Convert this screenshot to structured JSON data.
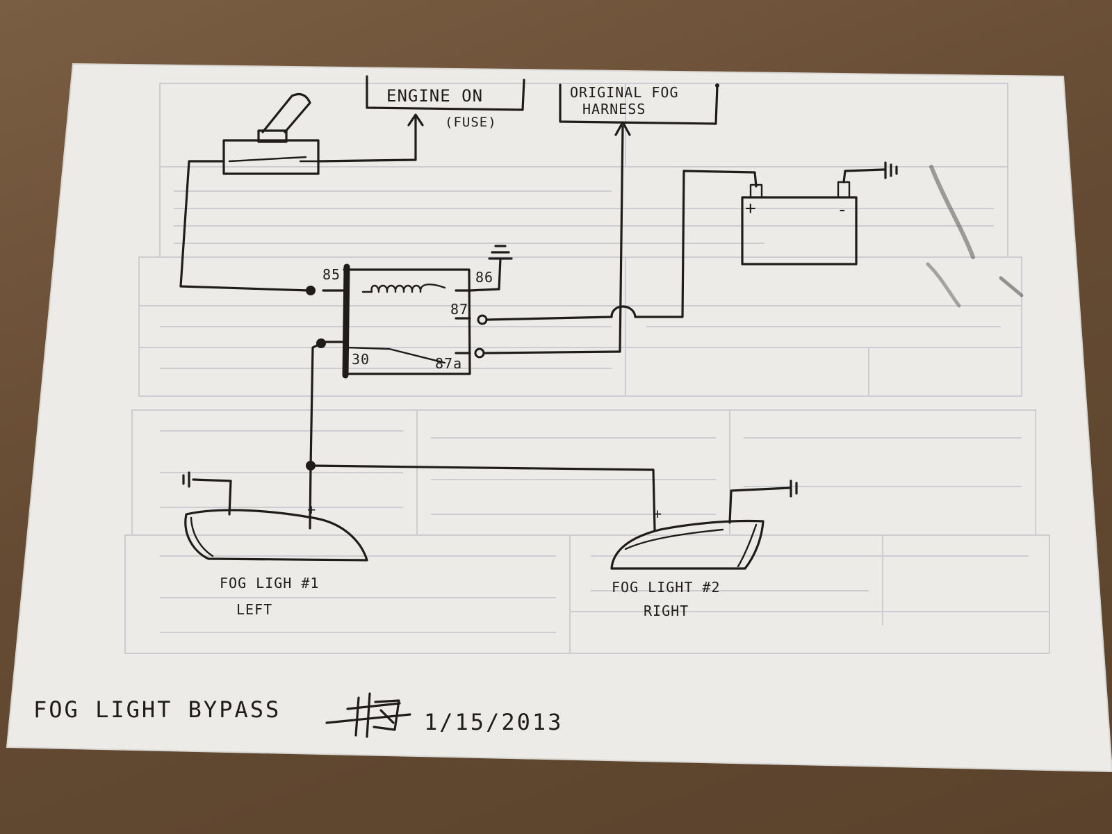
{
  "labels": {
    "engine_on": "ENGINE ON",
    "fuse": "(FUSE)",
    "harness_line1": "ORIGINAL FOG",
    "harness_line2": "HARNESS",
    "relay_pin_85": "85",
    "relay_pin_86": "86",
    "relay_pin_87": "87",
    "relay_pin_30": "30",
    "relay_pin_87a": "87a",
    "battery_plus": "+",
    "battery_minus": "-",
    "fog1_line1": "FOG LIGH #1",
    "fog1_line2": "LEFT",
    "fog2_line1": "FOG LIGHT #2",
    "fog2_line2": "RIGHT",
    "fog1_plus": "+",
    "fog2_plus": "+",
    "title": "FOG LIGHT BYPASS",
    "date": "1/15/2013"
  },
  "colors": {
    "ink": "#1f1c1a",
    "paper": "#ecebe8",
    "background": "#6b5138"
  }
}
